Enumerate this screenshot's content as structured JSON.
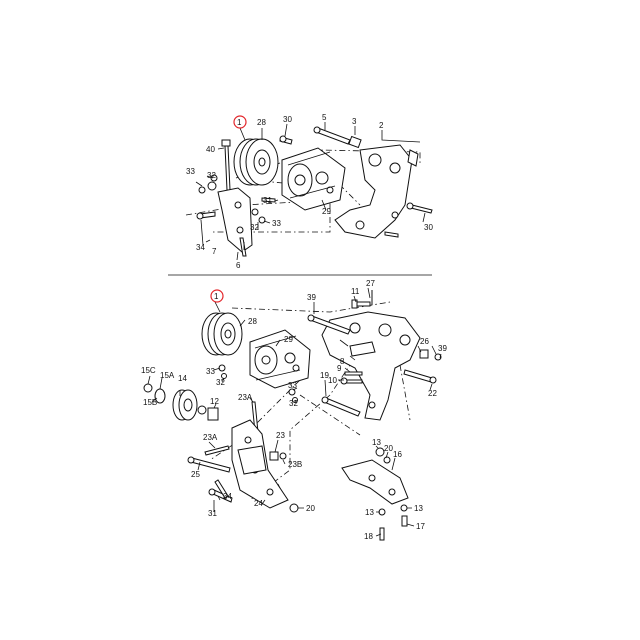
{
  "upper_diagram": {
    "callouts": [
      "1",
      "28",
      "30",
      "5",
      "3",
      "2",
      "40",
      "32",
      "33",
      "31",
      "29",
      "30",
      "32",
      "34",
      "33",
      "7",
      "6"
    ],
    "highlighted": "1"
  },
  "lower_diagram": {
    "callouts": [
      "1",
      "28",
      "29",
      "39",
      "11",
      "27",
      "26",
      "39",
      "22",
      "15C",
      "15A",
      "15B",
      "14",
      "33",
      "32",
      "12",
      "9",
      "8",
      "10",
      "19",
      "23A",
      "33",
      "32",
      "23",
      "23B",
      "23A",
      "25",
      "13",
      "20",
      "16",
      "34",
      "24",
      "20",
      "31",
      "13",
      "13",
      "17",
      "18"
    ],
    "highlighted": "1"
  },
  "colors": {
    "highlight": "#e3262b",
    "ink": "#111111"
  }
}
